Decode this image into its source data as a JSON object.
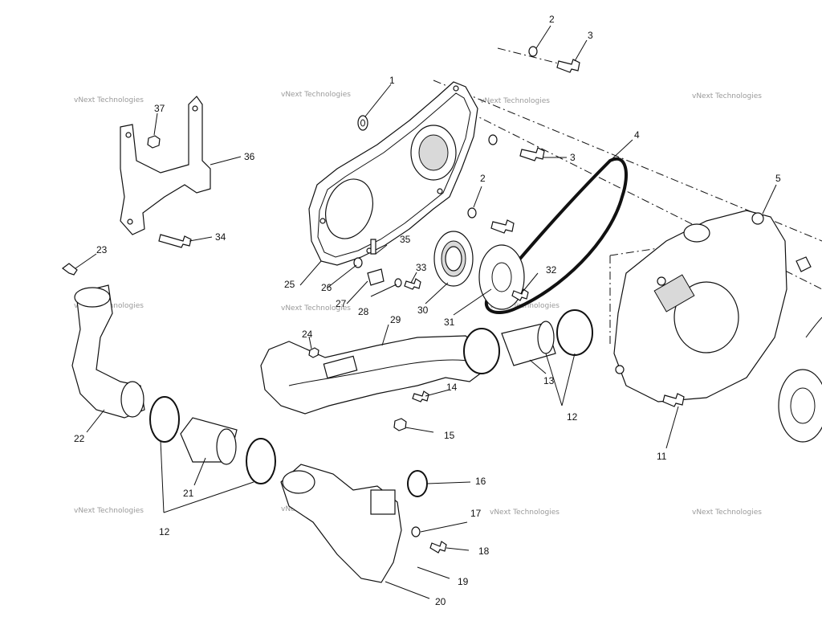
{
  "watermark": "vNext Technologies",
  "part_labels": {
    "p1": "1",
    "p2a": "2",
    "p2b": "2",
    "p3a": "3",
    "p3b": "3",
    "p4": "4",
    "p5": "5",
    "p11": "11",
    "p12a": "12",
    "p12b": "12",
    "p13": "13",
    "p14": "14",
    "p15": "15",
    "p16": "16",
    "p17": "17",
    "p18": "18",
    "p19": "19",
    "p20": "20",
    "p21": "21",
    "p22": "22",
    "p23": "23",
    "p24": "24",
    "p25": "25",
    "p26": "26",
    "p27": "27",
    "p28": "28",
    "p29": "29",
    "p30": "30",
    "p31": "31",
    "p32": "32",
    "p33": "33",
    "p34": "34",
    "p35": "35",
    "p36": "36",
    "p37": "37"
  }
}
